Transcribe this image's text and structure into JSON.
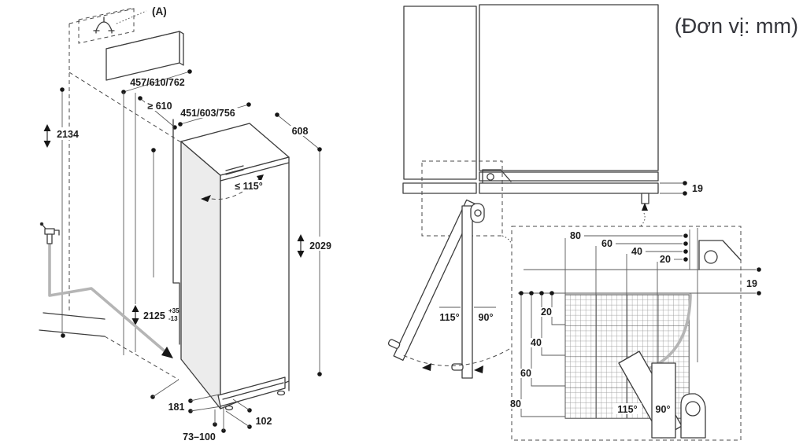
{
  "unit_label": "(Đơn vị: mm)",
  "left": {
    "marker": "(A)",
    "top_width": "457/610/762",
    "min_depth": "≥ 610",
    "niche_width": "451/603/756",
    "depth": "608",
    "door_open_angle": "≤ 115°",
    "wall_height": "2134",
    "appliance_height": "2029",
    "niche_height": "2125",
    "niche_height_plus": "+35",
    "niche_height_minus": "-13",
    "base_depth": "181",
    "base_recess": "102",
    "base_height": "73–100"
  },
  "right": {
    "front_gap": "19",
    "detail_gap": "19",
    "angle_open": "115°",
    "angle_straight": "90°",
    "detail_angle_open": "115°",
    "detail_angle_straight": "90°",
    "top_offsets": [
      "80",
      "60",
      "40",
      "20"
    ],
    "side_offsets": [
      "20",
      "40",
      "60",
      "80"
    ]
  }
}
